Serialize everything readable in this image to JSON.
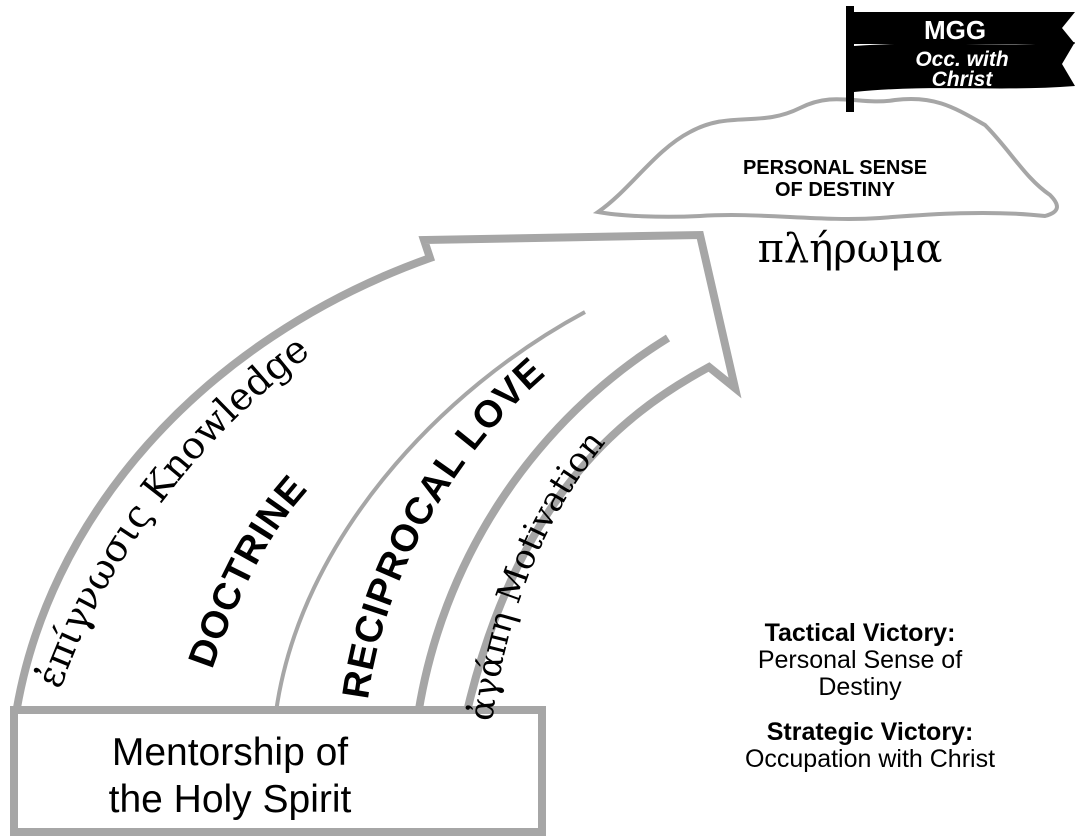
{
  "flag": {
    "line1": "MGG",
    "line2": "Occ. with",
    "line3": "Christ"
  },
  "mountain": {
    "line1": "PERSONAL SENSE",
    "line2": "OF DESTINY"
  },
  "summit_greek": "πλήρωμα",
  "arrow": {
    "left_band": "ἐπίγνωσις Knowledge",
    "left_channel": "DOCTRINE",
    "right_channel": "RECIPROCAL LOVE",
    "right_band": "ἀγάπη Motivation"
  },
  "base_box": {
    "line1": "Mentorship of",
    "line2": "the Holy Spirit"
  },
  "victories": {
    "tactical_title": "Tactical Victory:",
    "tactical_line1": "Personal Sense of",
    "tactical_line2": "Destiny",
    "strategic_title": "Strategic Victory:",
    "strategic_line1": "Occupation with Christ"
  },
  "colors": {
    "outline_gray": "#a6a6a6",
    "text": "#000000"
  }
}
